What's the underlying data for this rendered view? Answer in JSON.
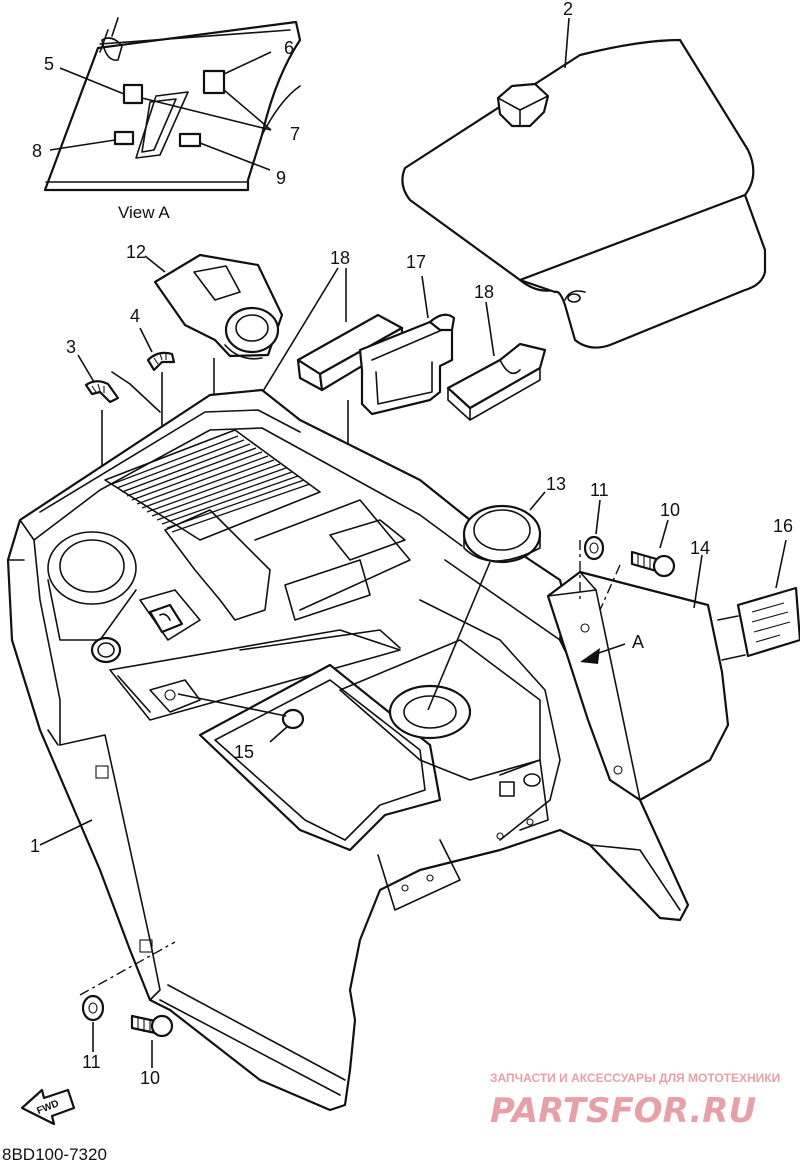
{
  "diagram": {
    "figure_code": "8BD100-7320",
    "view_caption": "View A",
    "arrow_label": "A",
    "fwd_label": "FWD",
    "callouts": {
      "c1": "1",
      "c2": "2",
      "c3": "3",
      "c4": "4",
      "c5": "5",
      "c6": "6",
      "c7": "7",
      "c8": "8",
      "c9": "9",
      "c10_top": "10",
      "c10_bottom": "10",
      "c11_top": "11",
      "c11_bottom": "11",
      "c12": "12",
      "c13": "13",
      "c14": "14",
      "c15": "15",
      "c16": "16",
      "c17": "17",
      "c18_a": "18",
      "c18_b": "18"
    }
  },
  "watermark": {
    "tagline": "ЗАПЧАСТИ И АКСЕССУАРЫ ДЛЯ МОТОТЕХНИКИ",
    "brand": "PARTSFOR.RU",
    "color": "#e8a0a8"
  }
}
